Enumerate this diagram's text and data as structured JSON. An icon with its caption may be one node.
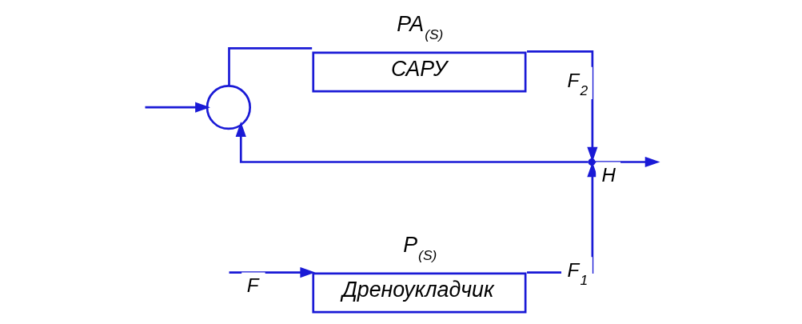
{
  "diagram": {
    "nodes": [
      {
        "text": [],
        "shape": "circle"
      },
      {
        "text": [
          "САРУ"
        ],
        "beside": [
          "PA$_{(S)}$"
        ]
      },
      {
        "text": [
          "Дреноукладчик"
        ],
        "beside": [
          "P$_{(S)}$"
        ]
      },
      {
        "text": [],
        "shape": "point"
      }
    ],
    "edges": [
      {
        "from": null,
        "to": 0,
        "arrow": "to"
      },
      {
        "from": 0,
        "to": 1,
        "arrow": "none"
      },
      {
        "from": 1,
        "to": 3,
        "arrow": "to",
        "label": "F$_{2}$"
      },
      {
        "from": null,
        "to": 2,
        "arrow": "to",
        "label": "F"
      },
      {
        "from": 2,
        "to": 3,
        "arrow": "to",
        "label": "F$_{1}$"
      },
      {
        "from": 3,
        "to": null,
        "arrow": "to",
        "label": "H"
      },
      {
        "from": 3,
        "to": 0,
        "arrow": "to"
      }
    ]
  }
}
